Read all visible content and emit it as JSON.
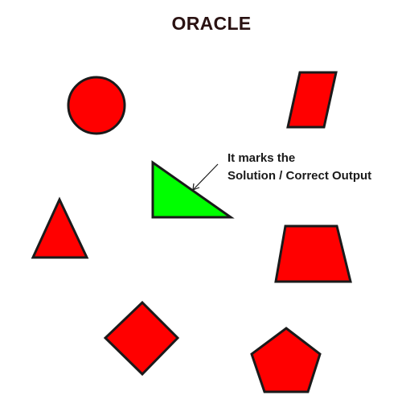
{
  "diagram": {
    "title": "ORACLE",
    "annotation": {
      "line1": "It marks the",
      "line2": "Solution / Correct Output"
    },
    "colors": {
      "shape_fill": "#ff0000",
      "solution_fill": "#00ff00",
      "outline": "#1a1a1a",
      "title": "#2a1212",
      "text": "#1a1a1a"
    },
    "shapes": [
      {
        "name": "circle",
        "solution": false
      },
      {
        "name": "parallelogram",
        "solution": false
      },
      {
        "name": "right-triangle",
        "solution": true
      },
      {
        "name": "triangle",
        "solution": false
      },
      {
        "name": "trapezoid",
        "solution": false
      },
      {
        "name": "diamond",
        "solution": false
      },
      {
        "name": "pentagon",
        "solution": false
      }
    ]
  }
}
